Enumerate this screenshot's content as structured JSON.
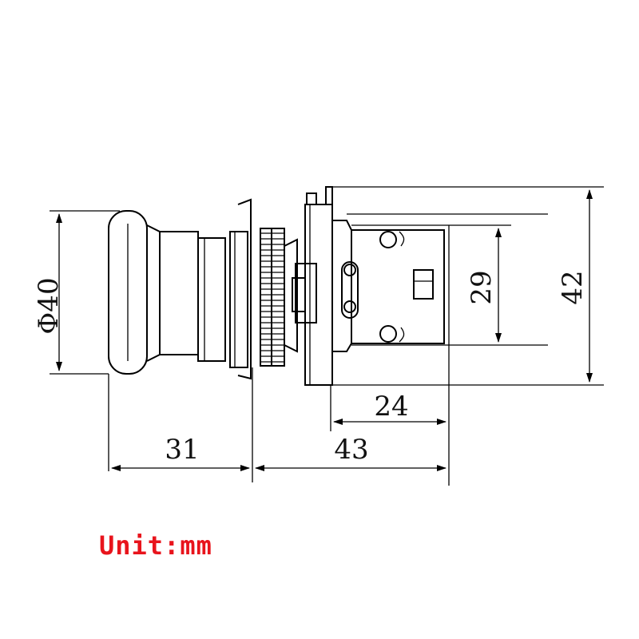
{
  "dimensions": {
    "diameter": "Φ40",
    "button_length": "31",
    "body_length": "43",
    "contact_length": "24",
    "contact_height": "29",
    "total_height": "42"
  },
  "unit_label": "Unit:mm",
  "colors": {
    "line": "#000000",
    "unit_text": "#e8141c",
    "background": "#ffffff"
  }
}
